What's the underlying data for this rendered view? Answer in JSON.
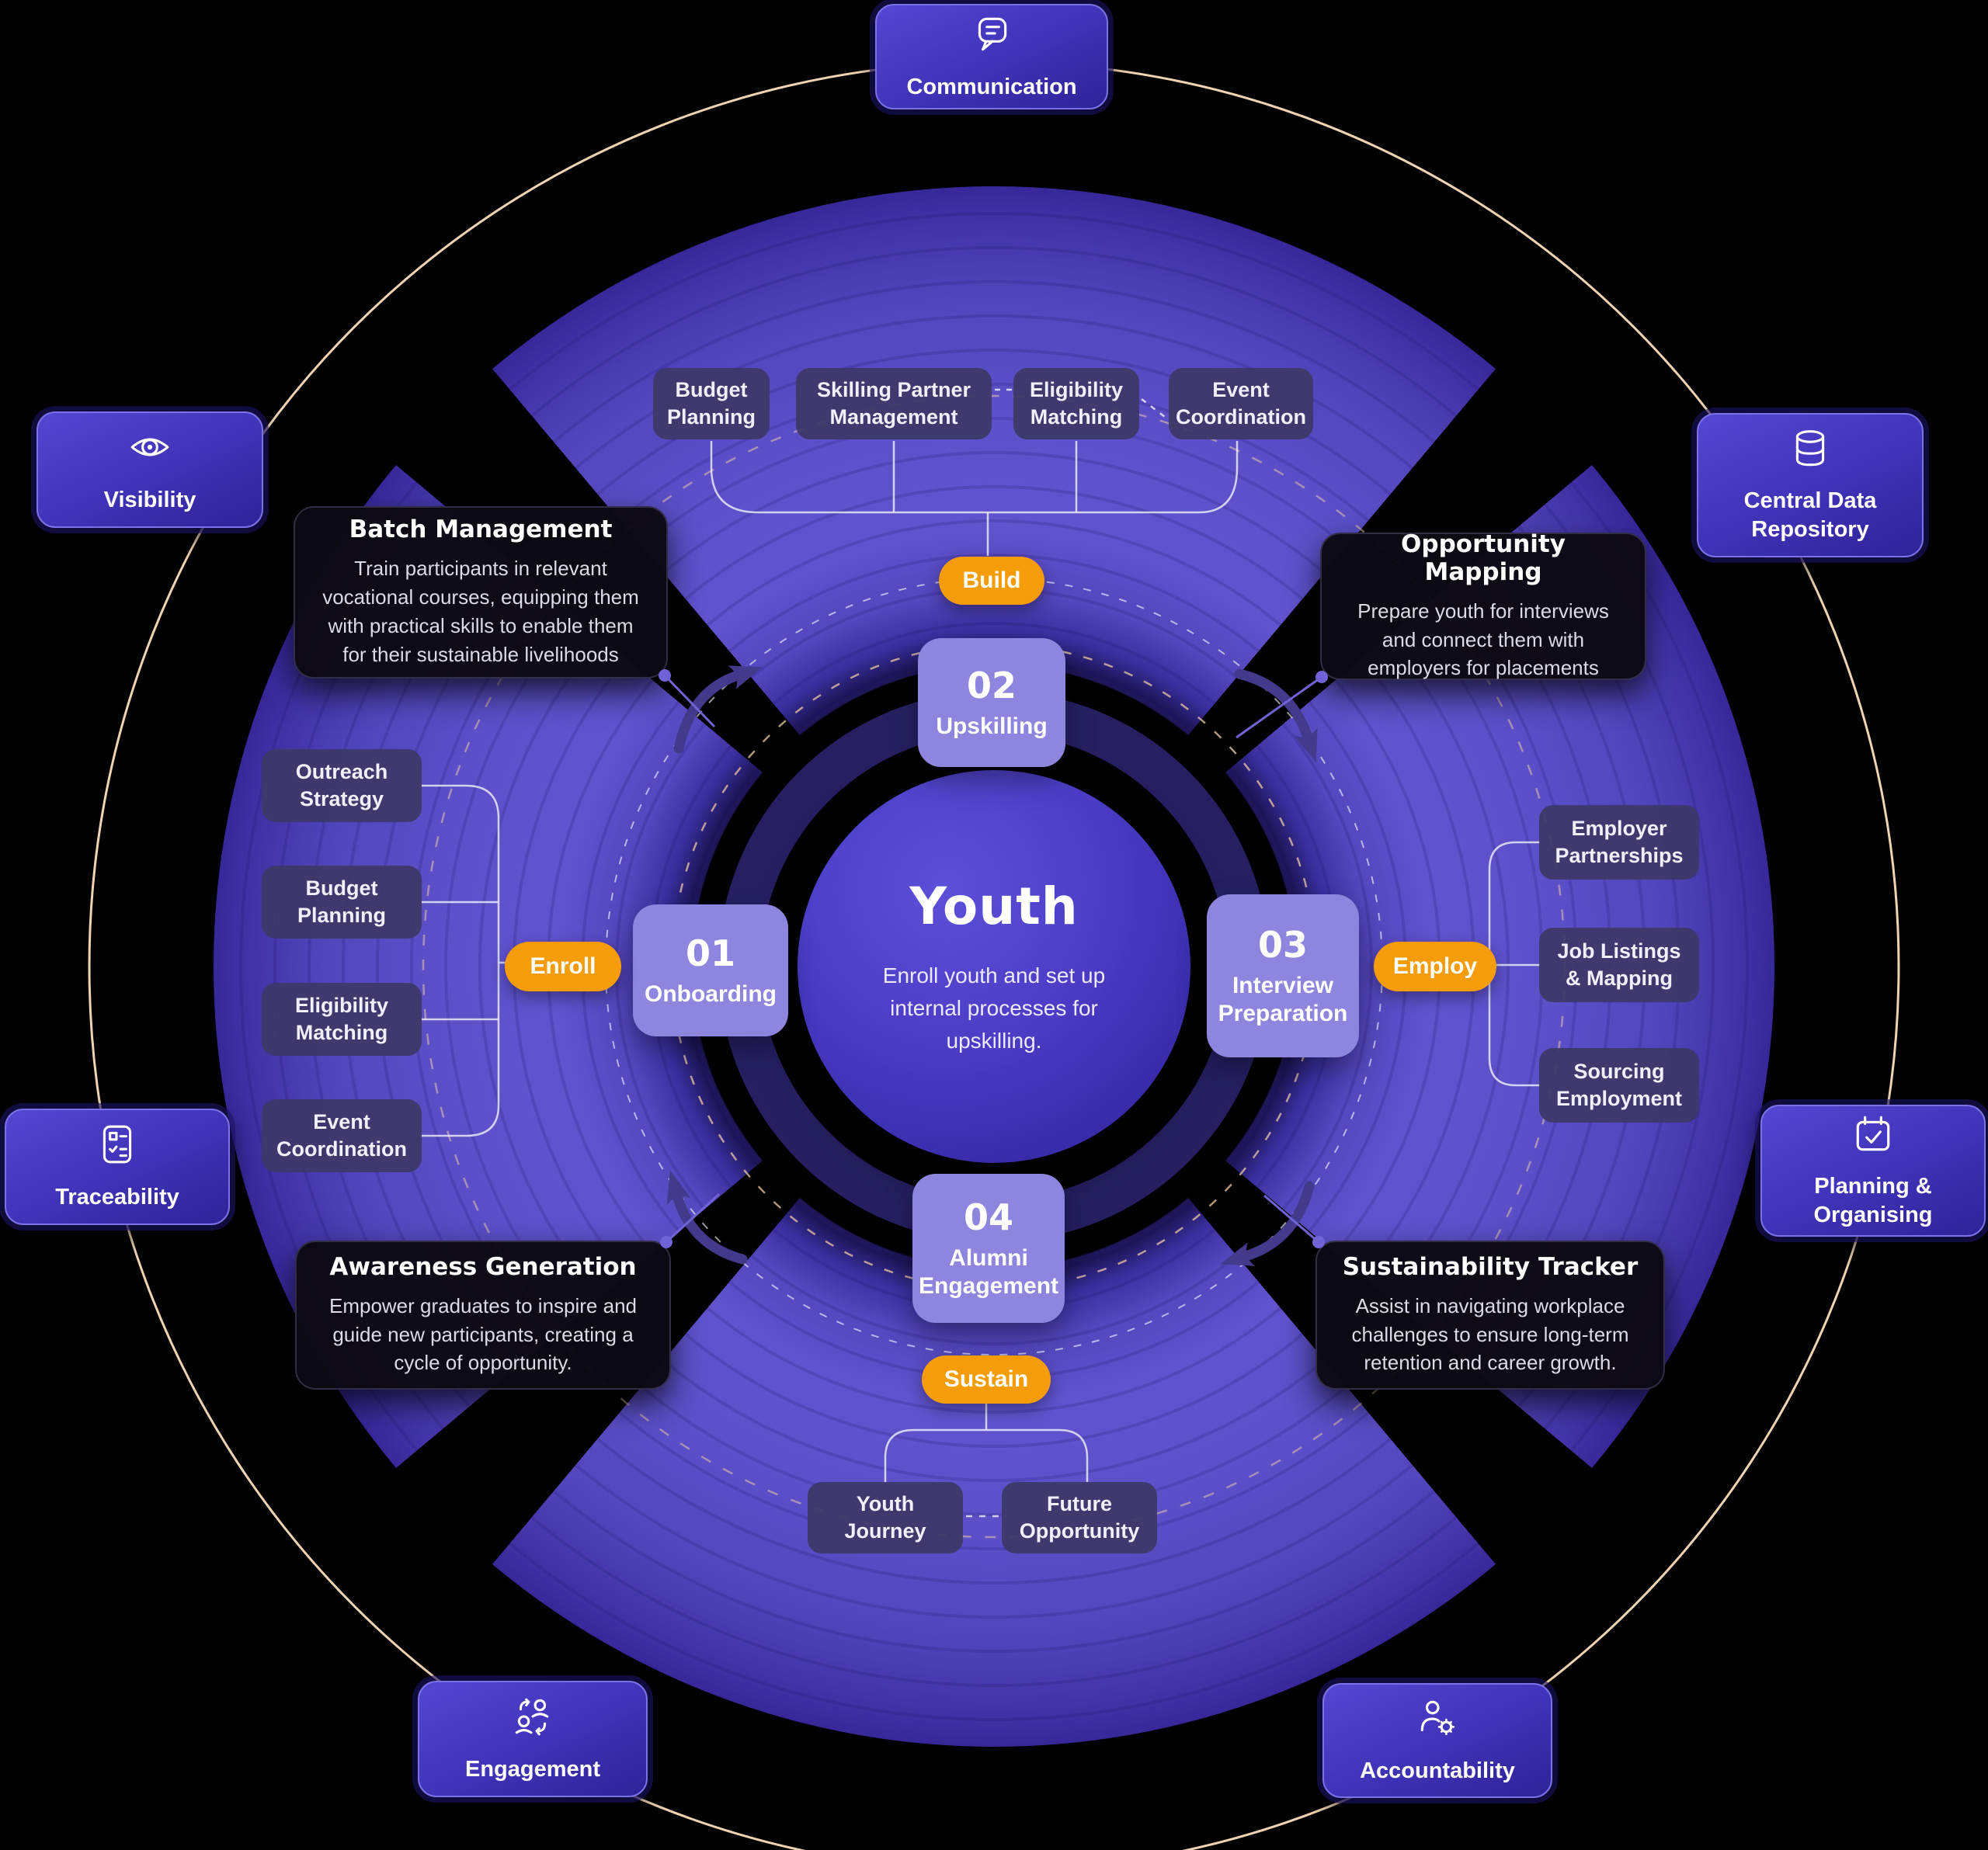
{
  "center": {
    "title": "Youth",
    "description": "Enroll youth and set up internal processes for upskilling."
  },
  "stages": [
    {
      "number": "01",
      "label": "Onboarding"
    },
    {
      "number": "02",
      "label": "Upskilling"
    },
    {
      "number": "03",
      "label": "Interview Preparation"
    },
    {
      "number": "04",
      "label": "Alumni Engagement"
    }
  ],
  "pills": {
    "enroll": "Enroll",
    "build": "Build",
    "employ": "Employ",
    "sustain": "Sustain"
  },
  "groups": {
    "onboarding_items": [
      "Outreach Strategy",
      "Budget Planning",
      "Eligibility Matching",
      "Event Coordination"
    ],
    "upskilling_items": [
      "Budget Planning",
      "Skilling Partner Management",
      "Eligibility Matching",
      "Event Coordination"
    ],
    "interview_items": [
      "Employer Partnerships",
      "Job Listings & Mapping",
      "Sourcing Employment"
    ],
    "alumni_items": [
      "Youth Journey",
      "Future Opportunity"
    ]
  },
  "callouts": [
    {
      "title": "Batch Management",
      "body": "Train participants in relevant vocational courses, equipping them with practical skills to enable them for their sustainable livelihoods"
    },
    {
      "title": "Opportunity Mapping",
      "body": "Prepare youth for interviews and connect them with employers for placements"
    },
    {
      "title": "Awareness Generation",
      "body": "Empower graduates to inspire and guide new participants, creating a cycle of opportunity."
    },
    {
      "title": "Sustainability Tracker",
      "body": "Assist in navigating workplace challenges to ensure long-term retention and career growth."
    }
  ],
  "badges": [
    {
      "label": "Communication",
      "icon": "speech-bubble-icon"
    },
    {
      "label": "Visibility",
      "icon": "eye-icon"
    },
    {
      "label": "Central Data Repository",
      "icon": "database-icon"
    },
    {
      "label": "Traceability",
      "icon": "checklist-icon"
    },
    {
      "label": "Planning & Organising",
      "icon": "calendar-check-icon"
    },
    {
      "label": "Engagement",
      "icon": "people-cycle-icon"
    },
    {
      "label": "Accountability",
      "icon": "person-gear-icon"
    }
  ],
  "colors": {
    "accent_orange": "#F59C0B",
    "petal_purple": "#5A4DC8",
    "badge_purple": "#4A3EC6",
    "stage_card_purple": "#8E86DE",
    "item_box_purple": "#3E3868",
    "ring_peach": "#F0D3B3",
    "callout_black": "#0B0912"
  }
}
